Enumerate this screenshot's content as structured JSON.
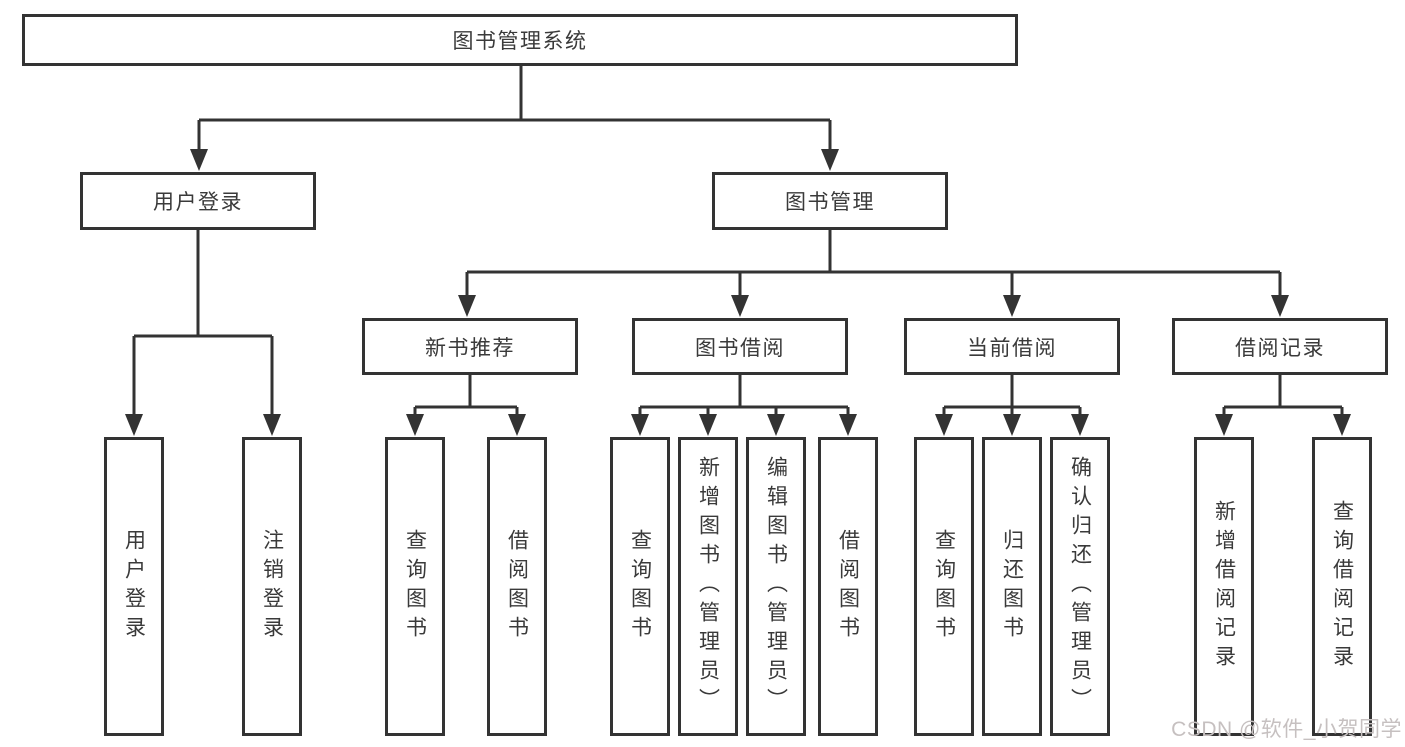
{
  "colors": {
    "line": "#333333",
    "node_border": "#333333",
    "node_text": "#3a3a3a",
    "background": "#ffffff",
    "watermark_text": "#c6c0c0"
  },
  "watermark": "CSDN @软件_小贺同学",
  "tree": {
    "root": {
      "label": "图书管理系统",
      "children": [
        {
          "label": "用户登录",
          "children": [
            {
              "label": "用户登录"
            },
            {
              "label": "注销登录"
            }
          ]
        },
        {
          "label": "图书管理",
          "children": [
            {
              "label": "新书推荐",
              "children": [
                {
                  "label": "查询图书"
                },
                {
                  "label": "借阅图书"
                }
              ]
            },
            {
              "label": "图书借阅",
              "children": [
                {
                  "label": "查询图书"
                },
                {
                  "label": "新增图书（管理员）"
                },
                {
                  "label": "编辑图书（管理员）"
                },
                {
                  "label": "借阅图书"
                }
              ]
            },
            {
              "label": "当前借阅",
              "children": [
                {
                  "label": "查询图书"
                },
                {
                  "label": "归还图书"
                },
                {
                  "label": "确认归还（管理员）"
                }
              ]
            },
            {
              "label": "借阅记录",
              "children": [
                {
                  "label": "新增借阅记录"
                },
                {
                  "label": "查询借阅记录"
                }
              ]
            }
          ]
        }
      ]
    }
  }
}
